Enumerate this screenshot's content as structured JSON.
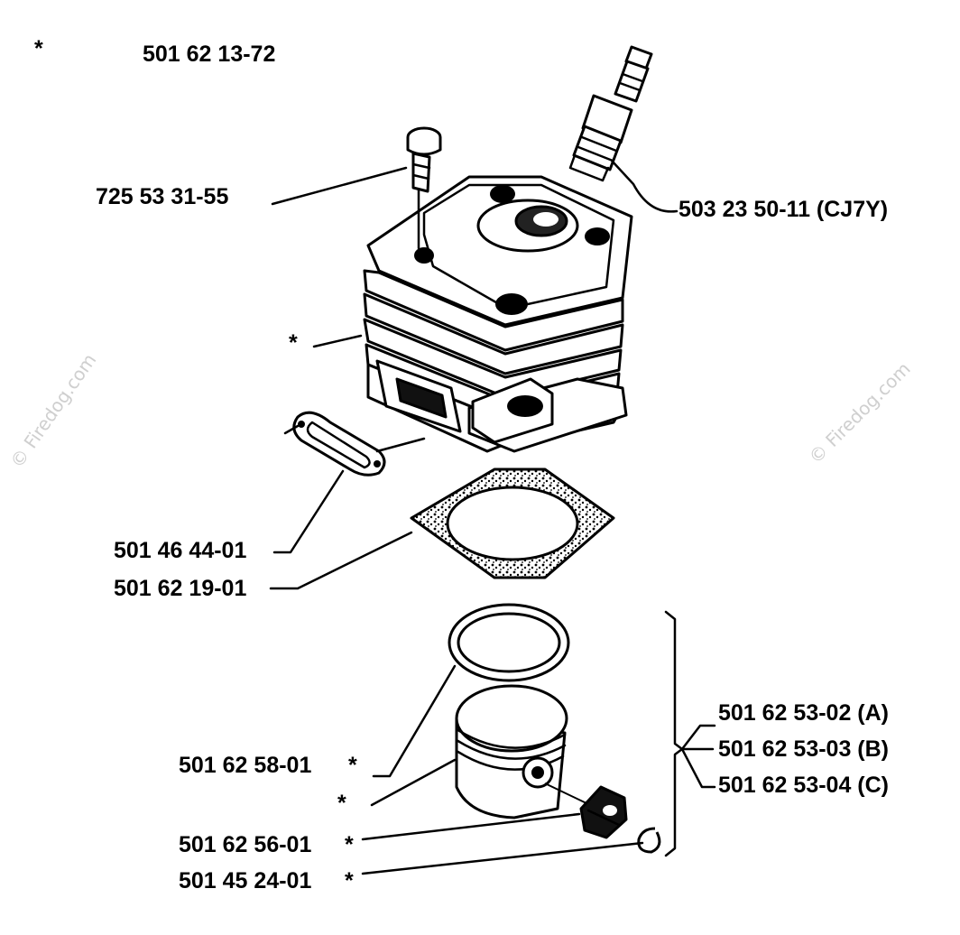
{
  "header": {
    "asterisk": "*",
    "kit_number": "501 62 13-72"
  },
  "labels": {
    "screw": "725 53 31-55",
    "spark_plug": "503 23 50-11 (CJ7Y)",
    "cylinder_asterisk": "*",
    "muffler_gasket": "501 46 44-01",
    "cylinder_gasket": "501 62 19-01",
    "piston_ring": "501 62 58-01",
    "piston_ring_asterisk": "*",
    "piston_asterisk": "*",
    "needle_bearing": "501 62 56-01",
    "needle_bearing_asterisk": "*",
    "circlip": "501 45 24-01",
    "circlip_asterisk": "*",
    "piston_kit_a": "501 62 53-02 (A)",
    "piston_kit_b": "501 62 53-03 (B)",
    "piston_kit_c": "501 62 53-04 (C)"
  },
  "watermarks": [
    "© Firedog.com",
    "© Firedog.com"
  ]
}
